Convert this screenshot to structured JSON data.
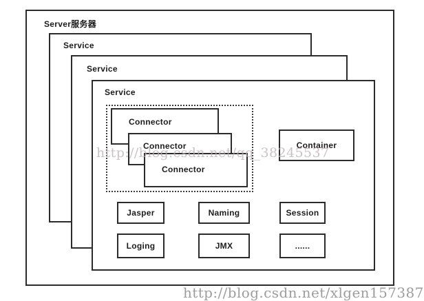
{
  "diagram": {
    "server": {
      "label": "Server服务器"
    },
    "services": [
      {
        "label": "Service"
      },
      {
        "label": "Service"
      },
      {
        "label": "Service"
      }
    ],
    "connectors": [
      {
        "label": "Connector"
      },
      {
        "label": "Connector"
      },
      {
        "label": "Connector"
      }
    ],
    "container": {
      "label": "Container"
    },
    "components": [
      {
        "label": "Jasper"
      },
      {
        "label": "Naming"
      },
      {
        "label": "Session"
      },
      {
        "label": "Loging"
      },
      {
        "label": "JMX"
      },
      {
        "label": "......"
      }
    ],
    "watermarks": {
      "middle": "http://blog.csdn.net/qq_38245537",
      "bottom": "http://blog.csdn.net/xlgen157387"
    },
    "colors": {
      "border": "#2b2b2b",
      "background": "#ffffff",
      "watermark_middle": "#b9afaf",
      "watermark_bottom": "#8c8c8c"
    }
  }
}
